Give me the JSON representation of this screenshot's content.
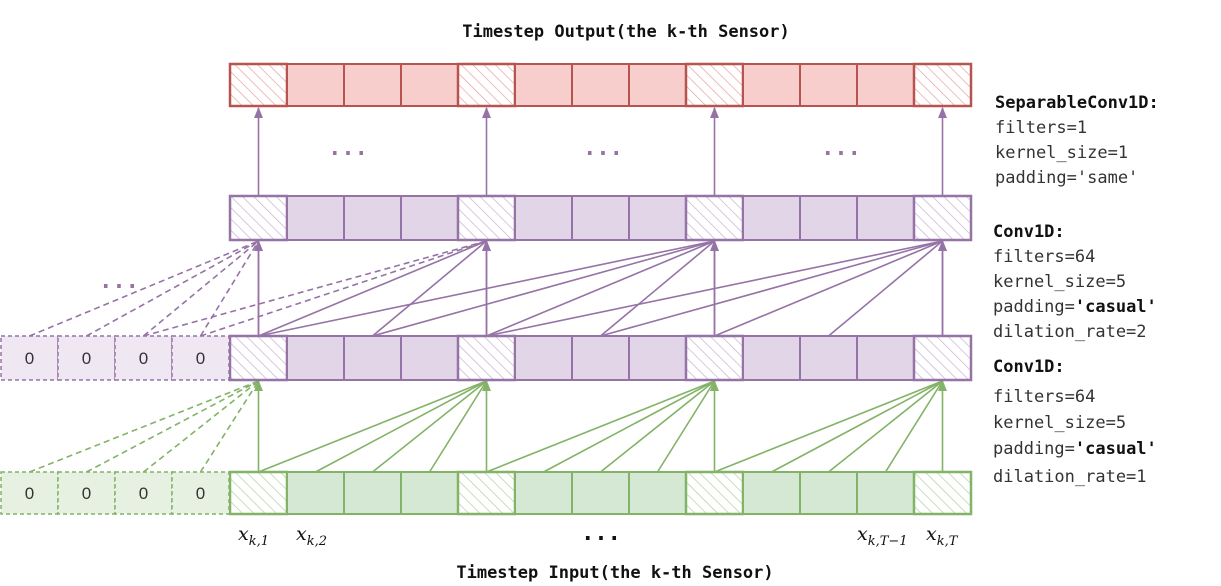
{
  "titles": {
    "top": "Timestep Output(the k-th Sensor)",
    "bottom": "Timestep Input(the k-th Sensor)"
  },
  "annotations": {
    "separable": {
      "head": "SeparableConv1D:",
      "filters": "filters=1",
      "kernel": "kernel_size=1",
      "padding": "padding='same'"
    },
    "conv_dilated": {
      "head": "Conv1D:",
      "filters": "filters=64",
      "kernel": "kernel_size=5",
      "padding_prefix": "padding=",
      "padding_value": "'casual'",
      "dilation": "dilation_rate=2"
    },
    "conv_base": {
      "head": "Conv1D:",
      "filters": "filters=64",
      "kernel": "kernel_size=5",
      "padding_prefix": "padding=",
      "padding_value": "'casual'",
      "dilation": "dilation_rate=1"
    }
  },
  "padding_cells": {
    "input": [
      "0",
      "0",
      "0",
      "0"
    ],
    "hidden": [
      "0",
      "0",
      "0",
      "0"
    ]
  },
  "ellipses": {
    "output_gap_1": "...",
    "output_gap_2": "...",
    "output_gap_3": "...",
    "left_side": "...",
    "input_middle": "..."
  },
  "input_labels": {
    "x1": {
      "base": "x",
      "sub": "k,1"
    },
    "x2": {
      "base": "x",
      "sub": "k,2"
    },
    "xT1": {
      "base": "x",
      "sub": "k,T−1"
    },
    "xT": {
      "base": "x",
      "sub": "k,T"
    }
  },
  "colors": {
    "output_stroke": "#b85450",
    "output_fill": "#f8cecc",
    "hidden_stroke": "#9673a6",
    "hidden_fill": "#e1d5e7",
    "input_stroke": "#82b366",
    "input_fill": "#d5e8d4",
    "pad_text": "#333333"
  }
}
